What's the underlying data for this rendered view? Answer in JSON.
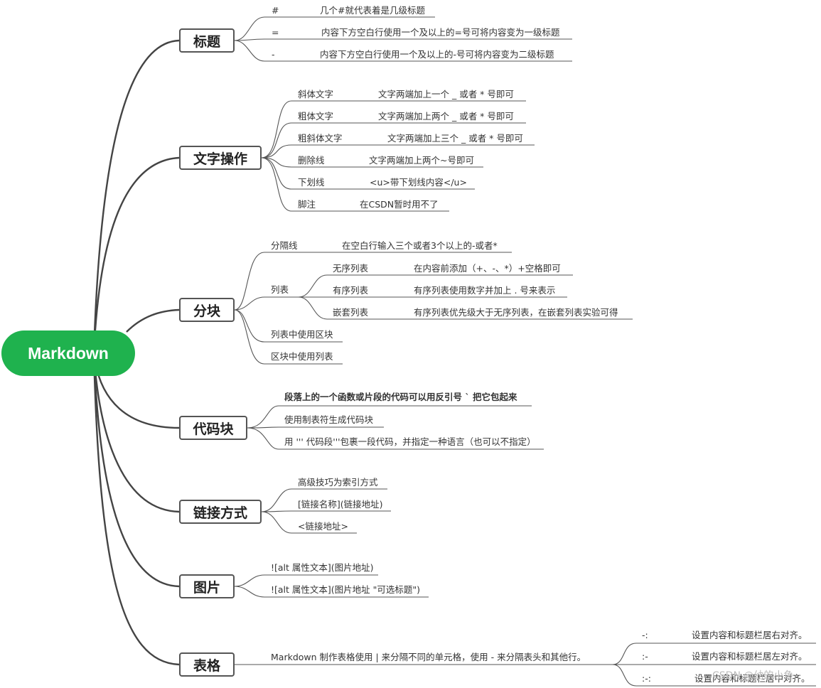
{
  "root": "Markdown",
  "branches": {
    "heading": "标题",
    "text": "文字操作",
    "block": "分块",
    "code": "代码块",
    "link": "链接方式",
    "image": "图片",
    "table": "表格"
  },
  "heading": {
    "r1a": "#",
    "r1b": "几个#就代表着是几级标题",
    "r2a": "=",
    "r2b": "内容下方空白行使用一个及以上的=号可将内容变为一级标题",
    "r3a": "-",
    "r3b": "内容下方空白行使用一个及以上的-号可将内容变为二级标题"
  },
  "text": {
    "r1a": "斜体文字",
    "r1b": "文字两端加上一个 _ 或者 * 号即可",
    "r2a": "粗体文字",
    "r2b": "文字两端加上两个 _ 或者 * 号即可",
    "r3a": "粗斜体文字",
    "r3b": "文字两端加上三个 _ 或者 * 号即可",
    "r4a": "删除线",
    "r4b": "文字两端加上两个~号即可",
    "r5a": "下划线",
    "r5b": "<u>带下划线内容</u>",
    "r6a": "脚注",
    "r6b": "在CSDN暂时用不了"
  },
  "block": {
    "sep": "分隔线",
    "sep_desc": "在空白行输入三个或者3个以上的-或者*",
    "list": "列表",
    "ul": "无序列表",
    "ul_desc": "在内容前添加（+、-、*）+空格即可",
    "ol": "有序列表",
    "ol_desc": "有序列表使用数字并加上 . 号来表示",
    "nl": "嵌套列表",
    "nl_desc": "有序列表优先级大于无序列表，在嵌套列表实验可得",
    "list_in_block": "列表中使用区块",
    "block_in_list": "区块中使用列表"
  },
  "code": {
    "r1": "段落上的一个函数或片段的代码可以用反引号 ` 把它包起来",
    "r2": "使用制表符生成代码块",
    "r3": "用 ''' 代码段'''包裹一段代码，并指定一种语言（也可以不指定）"
  },
  "link": {
    "r1": "高级技巧为索引方式",
    "r2": "[链接名称](链接地址)",
    "r3": "<链接地址>"
  },
  "image": {
    "r1": "![alt 属性文本](图片地址)",
    "r2": "![alt 属性文本](图片地址 \"可选标题\")"
  },
  "table": {
    "main": "Markdown 制作表格使用 | 来分隔不同的单元格，使用 - 来分隔表头和其他行。",
    "r1a": "-:",
    "r1b": "设置内容和标题栏居右对齐。",
    "r2a": ":-",
    "r2b": "设置内容和标题栏居左对齐。",
    "r3a": ":-:",
    "r3b": "设置内容和标题栏居中对齐。"
  },
  "watermark": "CSDN @幼的小鱼",
  "colors": {
    "root": "#1fb24e",
    "line": "#444444"
  }
}
